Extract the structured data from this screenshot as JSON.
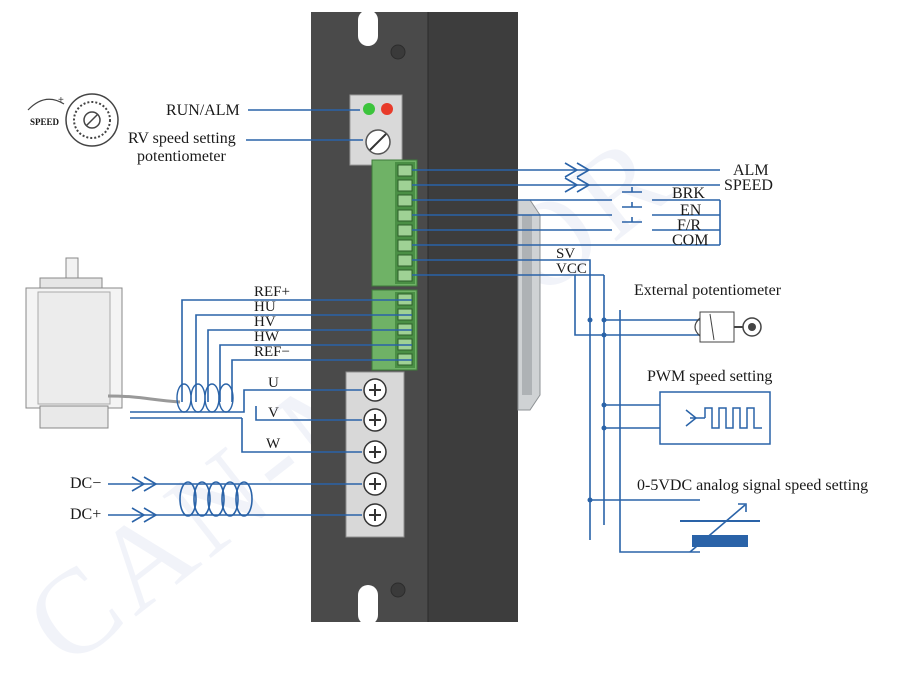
{
  "watermark": "CAN-MOTOR",
  "indicator": {
    "label": "RUN/ALM",
    "colors": {
      "run": "#3cc43c",
      "alm": "#e83b2a"
    }
  },
  "speed_knob": {
    "icon_text": "SPEED",
    "label_line1": "RV speed setting",
    "label_line2": "potentiometer"
  },
  "control_outputs": {
    "alm": "ALM",
    "speed": "SPEED"
  },
  "control_inputs": {
    "brk": "BRK",
    "en": "EN",
    "fr": "F/R",
    "com": "COM"
  },
  "speed_supply": {
    "sv": "SV",
    "vcc": "VCC"
  },
  "hall_signals": [
    "REF+",
    "HU",
    "HV",
    "HW",
    "REF−"
  ],
  "motor_phases": [
    "U",
    "V",
    "W"
  ],
  "power": {
    "dc_minus": "DC−",
    "dc_plus": "DC+"
  },
  "speed_options": {
    "external": "External potentiometer",
    "pwm": "PWM speed setting",
    "analog": "0-5VDC analog signal speed setting"
  },
  "colors": {
    "wire": "#2a63a8",
    "driver_body": "#4a4a4a",
    "terminal_green": "#6fb266"
  }
}
